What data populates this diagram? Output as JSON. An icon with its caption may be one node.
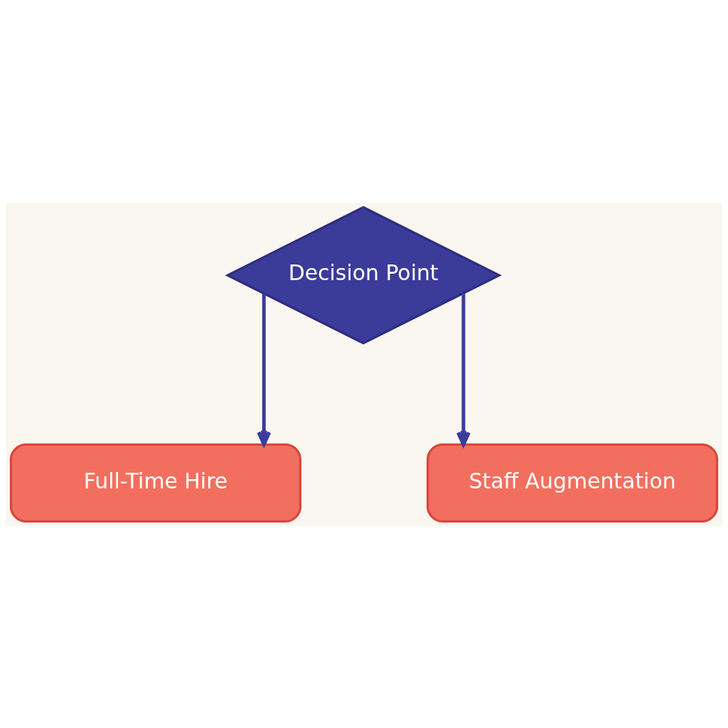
{
  "diagram": {
    "nodes": [
      {
        "text": [
          "Decision Point"
        ]
      },
      {
        "text": [
          "Full-Time Hire"
        ]
      },
      {
        "text": [
          "Staff Augmentation"
        ]
      }
    ],
    "edges": [
      {
        "from": 0,
        "to": 1,
        "arrow": "to"
      },
      {
        "from": 0,
        "to": 2,
        "arrow": "to"
      }
    ]
  }
}
